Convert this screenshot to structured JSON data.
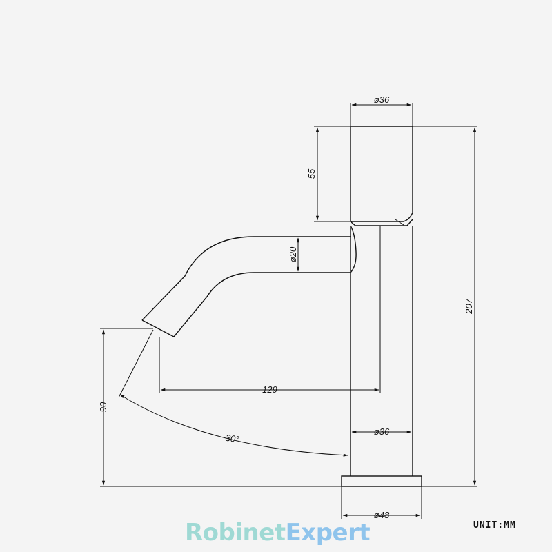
{
  "drawing": {
    "unit_label": "UNIT:MM",
    "dimensions": {
      "head_diameter": "ø36",
      "head_height": "55",
      "spout_diameter": "ø20",
      "total_height": "207",
      "spout_reach": "129",
      "spout_height": "90",
      "spout_angle": "30°",
      "body_diameter": "ø36",
      "base_diameter": "ø48"
    }
  },
  "brand": {
    "part1": "Robinet",
    "part2": "Expert"
  },
  "colors": {
    "line": "#111111",
    "background": "#f4f4f4",
    "brand_teal": "#9fd9d4",
    "brand_blue": "#8fc4ec"
  }
}
